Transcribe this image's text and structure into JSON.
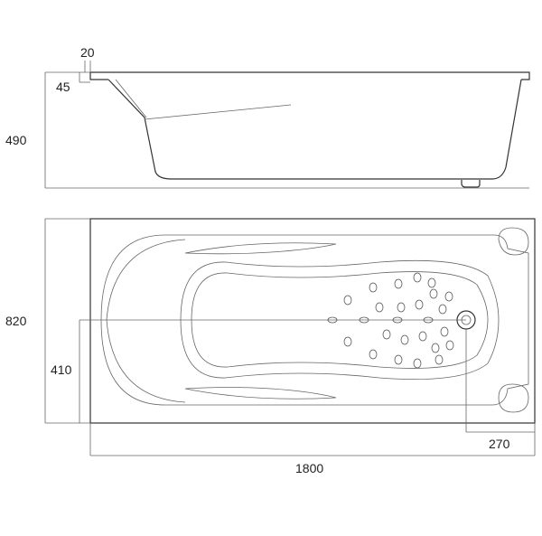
{
  "dimensions": {
    "lip_width": "20",
    "lip_height": "45",
    "depth": "490",
    "width": "820",
    "half_width": "410",
    "drain_offset": "270",
    "length": "1800"
  }
}
